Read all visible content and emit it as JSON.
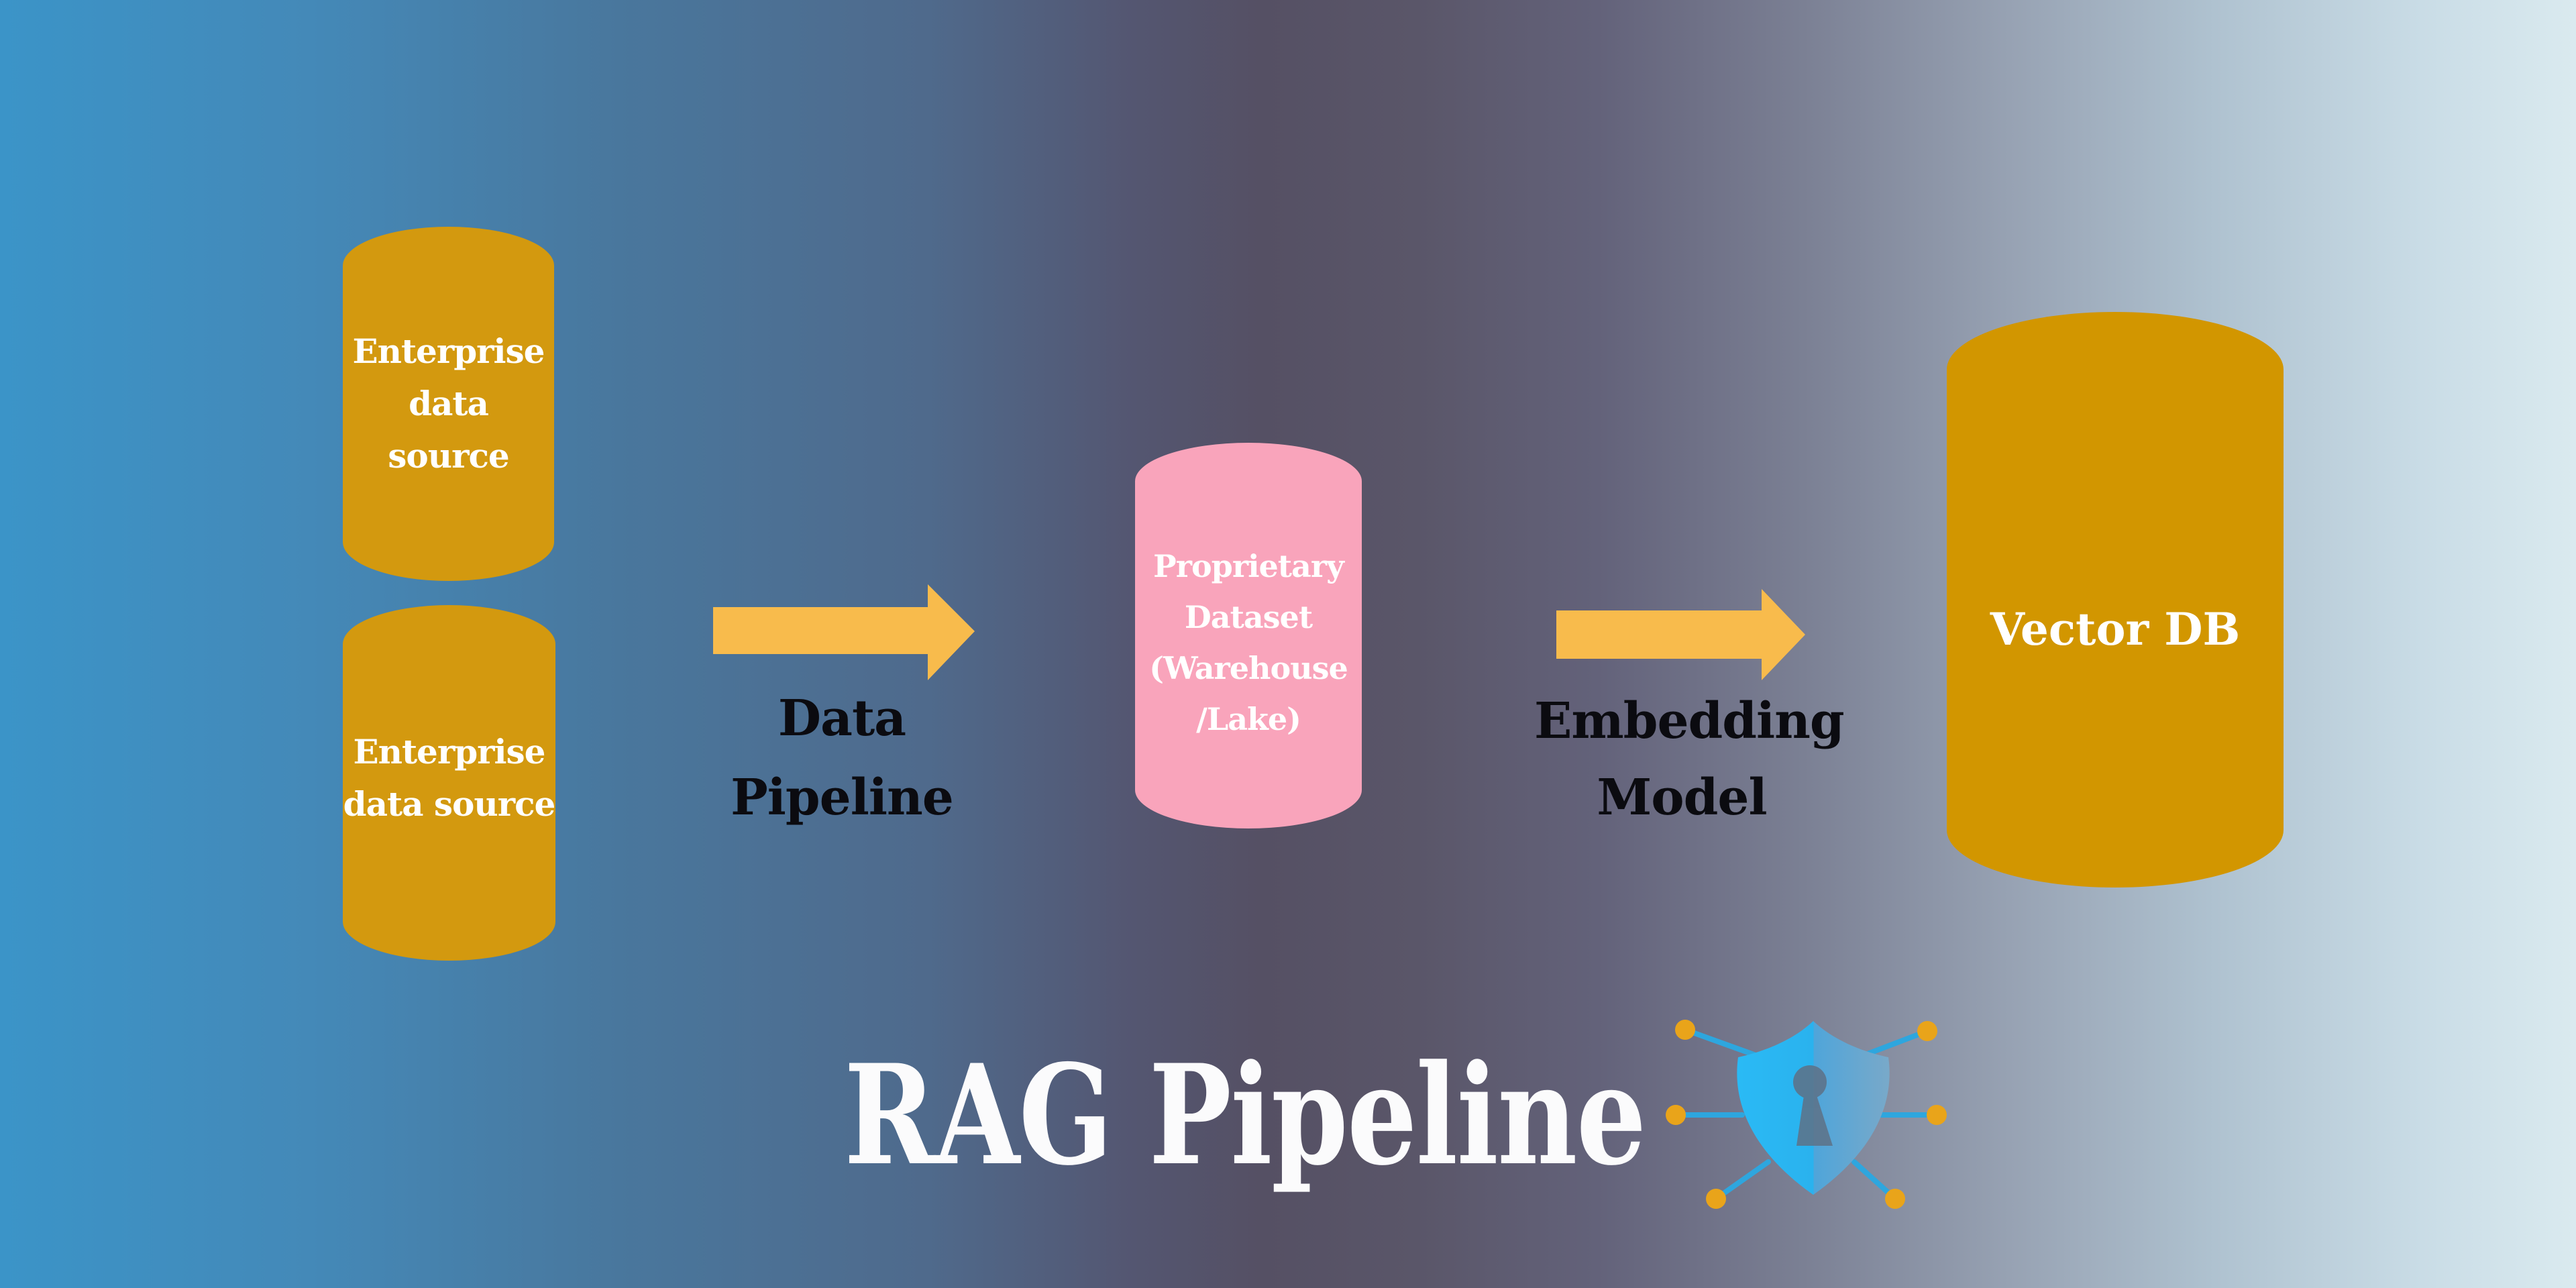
{
  "diagram": {
    "title": "RAG Pipeline",
    "title_color": "#FBFBFC"
  },
  "background": {
    "left_color": "#3B94C8",
    "middle_color": "#555064",
    "right_color": "#DAEAEF"
  },
  "nodes": {
    "enterprise1": {
      "line1": "Enterprise",
      "line2": "data source",
      "fill": "#D3990F",
      "text_color": "#FFFFFF"
    },
    "enterprise2": {
      "line1": "Enterprise",
      "line2": "data source",
      "fill": "#D3990F",
      "text_color": "#FFFFFF"
    },
    "proprietary": {
      "line1": "Proprietary",
      "line2": "Dataset",
      "line3": "(Warehouse",
      "line4": "/Lake)",
      "fill": "#F9A4BB",
      "text_color": "#FFFFFF"
    },
    "vectordb": {
      "line1": "Vector DB",
      "fill": "#D29600",
      "text_color": "#FFFFFF"
    }
  },
  "arrows": {
    "arrow1": {
      "fill": "#F8BB4C"
    },
    "arrow2": {
      "fill": "#F8BB4C"
    }
  },
  "labels": {
    "data_pipeline": {
      "line1": "Data",
      "line2": "Pipeline",
      "color": "#0B0B10"
    },
    "embedding_model": {
      "line1": "Embedding",
      "line2": "Model",
      "color": "#0B0B10"
    }
  },
  "icon": {
    "name": "shield-keyhole-network",
    "shield_left_color": "#2ABAF5",
    "shield_mid_color": "#2AB2EE",
    "shield_right_color": "#4FA5DA",
    "shield_far_color": "#79A9C9",
    "keyhole_color": "#5E7186",
    "connector_color": "#2EA6DE",
    "dot_color": "#E9A41A"
  }
}
